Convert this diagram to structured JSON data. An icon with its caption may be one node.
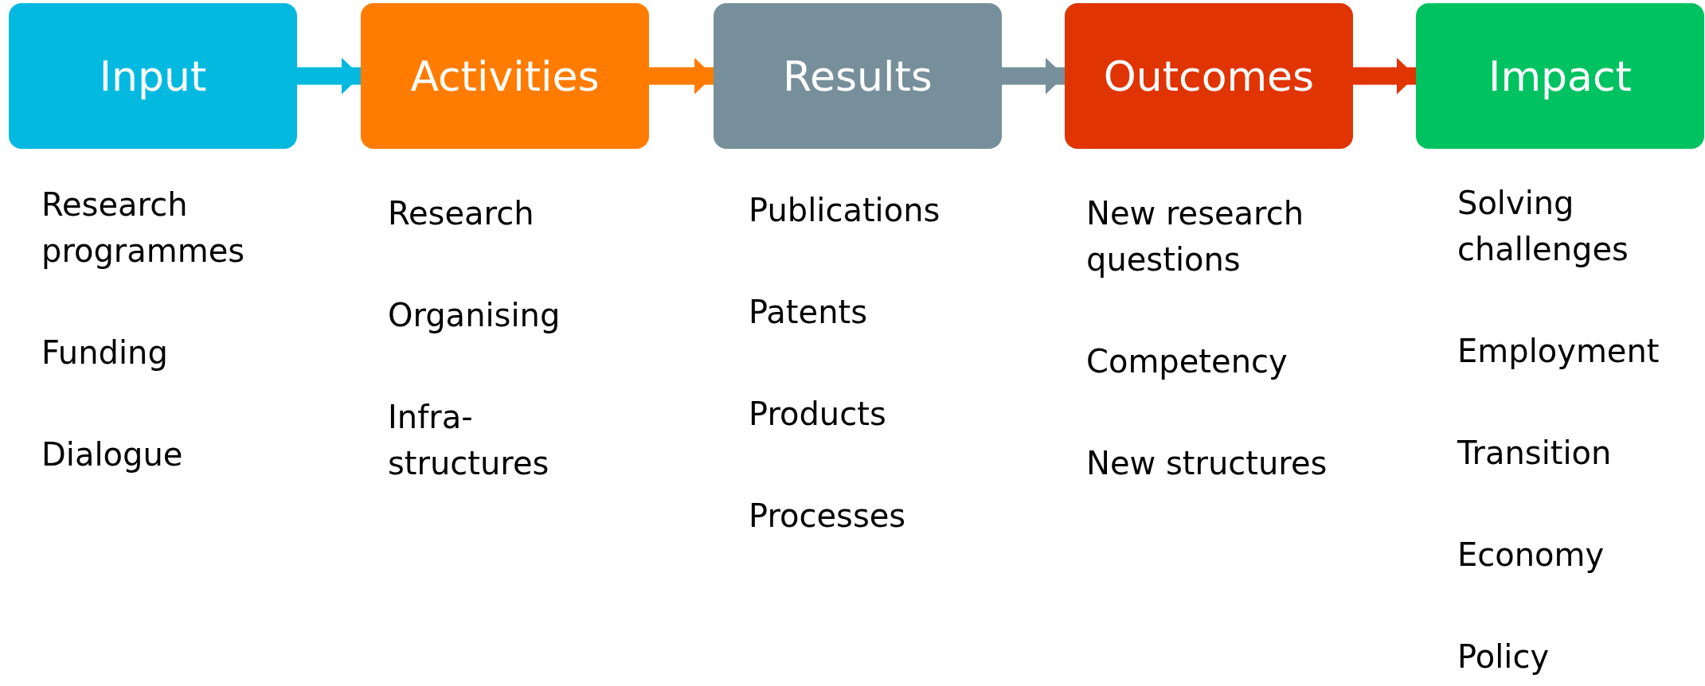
{
  "diagram": {
    "nodes": [
      {
        "text": [
          "Input"
        ],
        "beside": [
          "Research programmes",
          "Funding",
          "Dialogue"
        ]
      },
      {
        "text": [
          "Activities"
        ],
        "beside": [
          "Research",
          "Organising",
          "Infra- structures"
        ]
      },
      {
        "text": [
          "Results"
        ],
        "beside": [
          "Publications",
          "Patents",
          "Products",
          "Processes"
        ]
      },
      {
        "text": [
          "Outcomes"
        ],
        "beside": [
          "New research questions",
          "Competency",
          "New structures"
        ]
      },
      {
        "text": [
          "Impact"
        ],
        "beside": [
          "Solving challenges",
          "Employment",
          "Transition",
          "Economy",
          "Policy"
        ]
      }
    ],
    "edges": [
      {
        "from": 0,
        "to": 1,
        "arrow": "to",
        "color": "#03b9e0"
      },
      {
        "from": 1,
        "to": 2,
        "arrow": "to",
        "color": "#ff7c00"
      },
      {
        "from": 2,
        "to": 3,
        "arrow": "to",
        "color": "#778f9b"
      },
      {
        "from": 3,
        "to": 4,
        "arrow": "to",
        "color": "#e03403"
      }
    ]
  }
}
